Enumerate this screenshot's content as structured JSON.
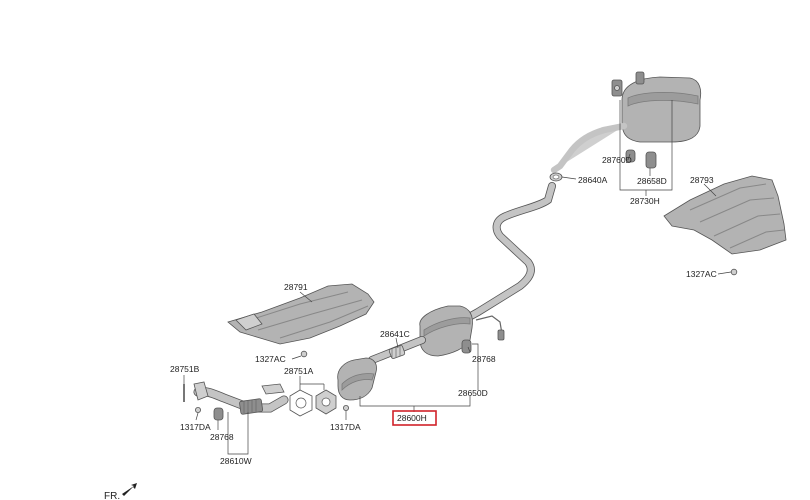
{
  "labels": {
    "p28791": "28791",
    "p1327ac_left": "1327AC",
    "p28641c": "28641C",
    "p28768_mid": "28768",
    "p28650d": "28650D",
    "p28751b": "28751B",
    "p28751a": "28751A",
    "p1317da_left": "1317DA",
    "p28768_left": "28768",
    "p28610w": "28610W",
    "p1317da_mid": "1317DA",
    "p28600h": "28600H",
    "p28640a": "28640A",
    "p28760d": "28760D",
    "p28658d": "28658D",
    "p28730h": "28730H",
    "p28793": "28793",
    "p1327ac_right": "1327AC",
    "fr": "FR."
  },
  "colors": {
    "highlight": "#d0222a",
    "part_fill": "#b3b3b3",
    "part_dark": "#8e8e8e"
  },
  "icons": {
    "direction": "arrow-icon"
  }
}
